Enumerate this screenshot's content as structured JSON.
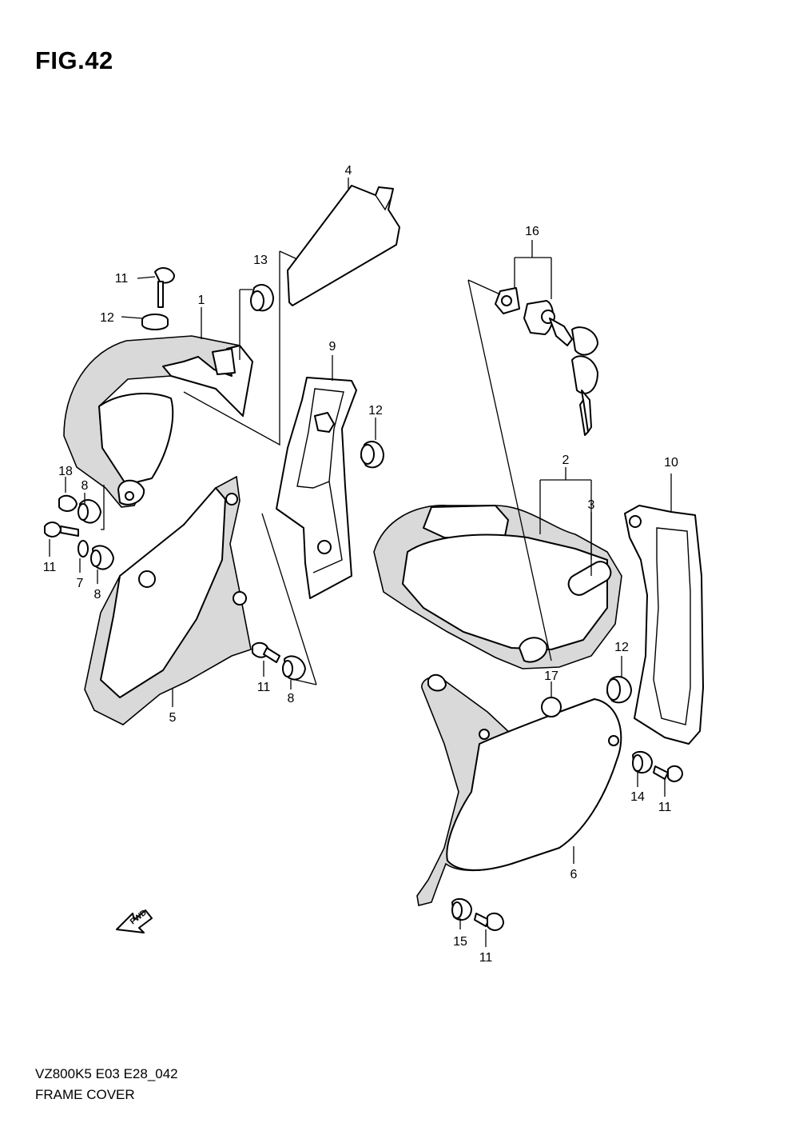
{
  "figure": {
    "title": "FIG.42",
    "model_code": "VZ800K5 E03 E28_042",
    "name": "FRAME COVER",
    "direction_label": "FWD"
  },
  "callouts": [
    {
      "id": "c1",
      "label": "1"
    },
    {
      "id": "c2",
      "label": "2"
    },
    {
      "id": "c3",
      "label": "3"
    },
    {
      "id": "c4",
      "label": "4"
    },
    {
      "id": "c5",
      "label": "5"
    },
    {
      "id": "c6",
      "label": "6"
    },
    {
      "id": "c7",
      "label": "7"
    },
    {
      "id": "c8a",
      "label": "8"
    },
    {
      "id": "c8b",
      "label": "8"
    },
    {
      "id": "c8c",
      "label": "8"
    },
    {
      "id": "c9",
      "label": "9"
    },
    {
      "id": "c10",
      "label": "10"
    },
    {
      "id": "c11a",
      "label": "11"
    },
    {
      "id": "c11b",
      "label": "11"
    },
    {
      "id": "c11c",
      "label": "11"
    },
    {
      "id": "c11d",
      "label": "11"
    },
    {
      "id": "c11e",
      "label": "11"
    },
    {
      "id": "c12a",
      "label": "12"
    },
    {
      "id": "c12b",
      "label": "12"
    },
    {
      "id": "c12c",
      "label": "12"
    },
    {
      "id": "c13",
      "label": "13"
    },
    {
      "id": "c14",
      "label": "14"
    },
    {
      "id": "c15",
      "label": "15"
    },
    {
      "id": "c16",
      "label": "16"
    },
    {
      "id": "c17",
      "label": "17"
    },
    {
      "id": "c18",
      "label": "18"
    }
  ]
}
